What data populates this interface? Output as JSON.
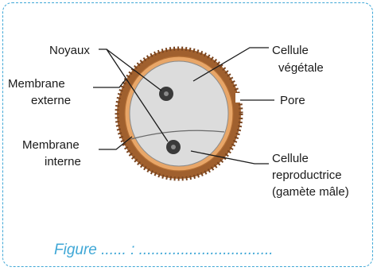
{
  "labels": {
    "noyaux": "Noyaux",
    "cellule_vegetale_1": "Cellule",
    "cellule_vegetale_2": "végétale",
    "membrane_externe_1": "Membrane",
    "membrane_externe_2": "externe",
    "pore": "Pore",
    "membrane_interne_1": "Membrane",
    "membrane_interne_2": "interne",
    "cellule_repro_1": "Cellule",
    "cellule_repro_2": "reproductrice",
    "cellule_repro_3": "(gamète mâle)"
  },
  "caption": {
    "prefix": "Figure",
    "dots": "...... :",
    "line": "................................"
  },
  "colors": {
    "frame": "#3fa7d6",
    "outer_wall": "#a0602e",
    "inner_band": "#e8a668",
    "cell_fill": "#dcdcdc",
    "nucleus": "#3a3a3a"
  }
}
